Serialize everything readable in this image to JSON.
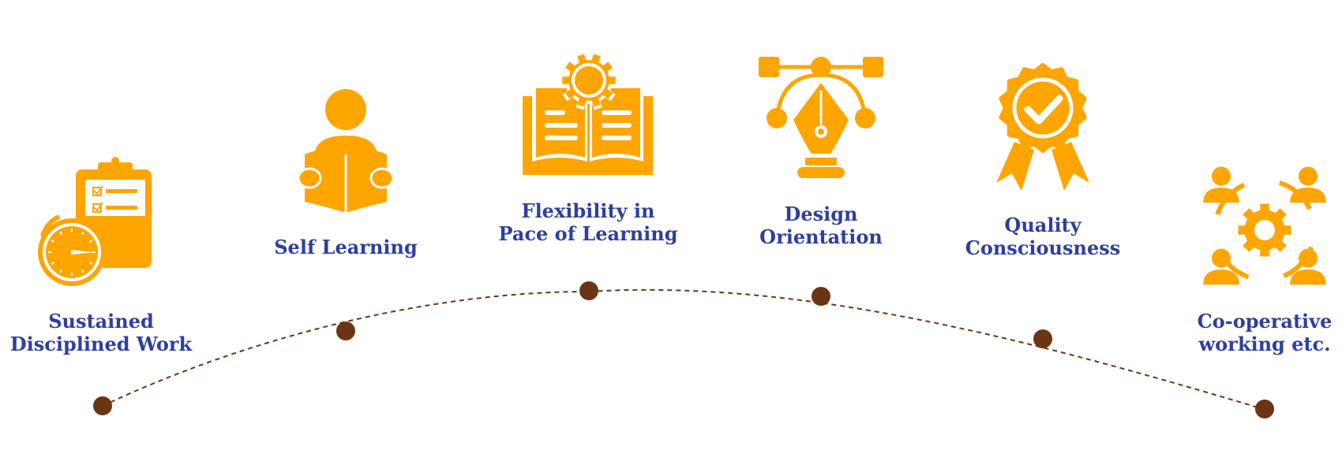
{
  "colors": {
    "icon": "#FFA500",
    "text": "#2E3F9E",
    "connector": "#6B3413"
  },
  "items": [
    {
      "icon": "clipboard-stopwatch-icon",
      "lines": [
        "Sustained",
        "Disciplined Work"
      ]
    },
    {
      "icon": "person-reading-icon",
      "lines": [
        "Self Learning"
      ]
    },
    {
      "icon": "book-gear-icon",
      "lines": [
        "Flexibility in",
        "Pace of Learning"
      ]
    },
    {
      "icon": "pen-tool-icon",
      "lines": [
        "Design",
        "Orientation"
      ]
    },
    {
      "icon": "award-badge-icon",
      "lines": [
        "Quality",
        "Consciousness"
      ]
    },
    {
      "icon": "team-gear-icon",
      "lines": [
        "Co-operative",
        "working etc."
      ]
    }
  ]
}
